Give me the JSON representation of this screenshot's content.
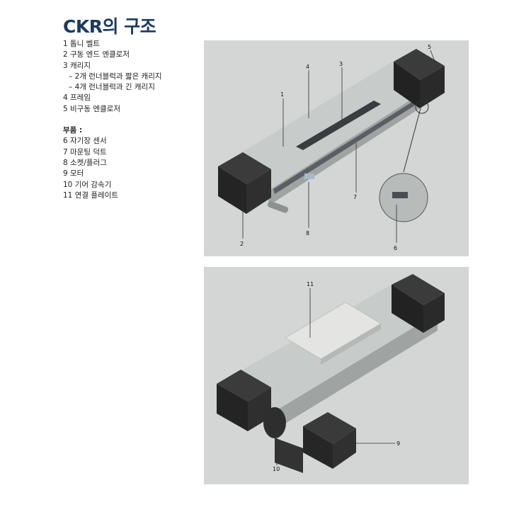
{
  "title": "CKR의 구조",
  "structure_items": [
    "1 톱니 벨트",
    "2 구동 엔드 엔클로저",
    "3 캐리지",
    "– 2개 런너블럭과 짧은 캐리지",
    "– 4개 런너블럭과 긴 캐리지",
    "4 프레임",
    "5 비구동 엔클로저"
  ],
  "parts_heading": "부품 :",
  "parts_items": [
    "6 자기장 센서",
    "7 마운팅 덕트",
    "8 소켓/플러그",
    "9 모터",
    "10 기어 감속기",
    "11 연결 플레이트"
  ],
  "figure1_callouts": [
    "1",
    "2",
    "3",
    "4",
    "5",
    "6",
    "7",
    "8"
  ],
  "figure2_callouts": [
    "9",
    "10",
    "11"
  ],
  "colors": {
    "title": "#1d3a5f",
    "panel_bg": "#d3d6d4",
    "end_cap": "#2b2b2b",
    "rail": "#b9bdbb"
  }
}
